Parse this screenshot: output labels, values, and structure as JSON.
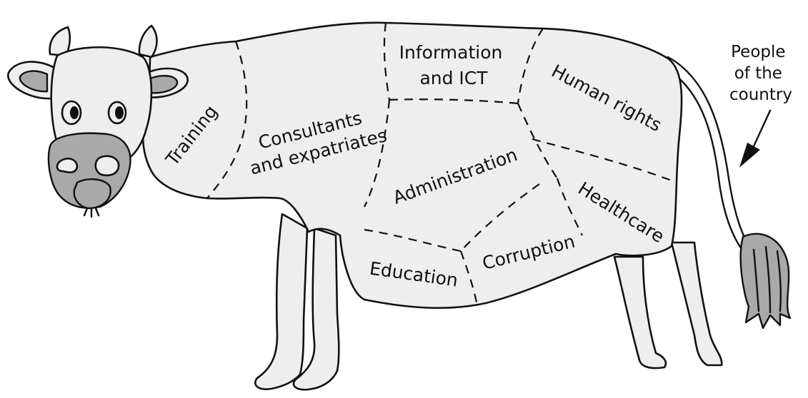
{
  "regions": {
    "training": "Training",
    "consultants": [
      "Consultants",
      "and expatriates"
    ],
    "information": [
      "Information",
      "and ICT"
    ],
    "human_rights": "Human rights",
    "administration": "Administration",
    "healthcare": "Healthcare",
    "education": "Education",
    "corruption": "Corruption"
  },
  "tail_annotation": [
    "People",
    "of the",
    "country"
  ],
  "colors": {
    "body_fill": "#eeeeee",
    "dark_fill": "#a9a9a9",
    "outline": "#111111"
  }
}
